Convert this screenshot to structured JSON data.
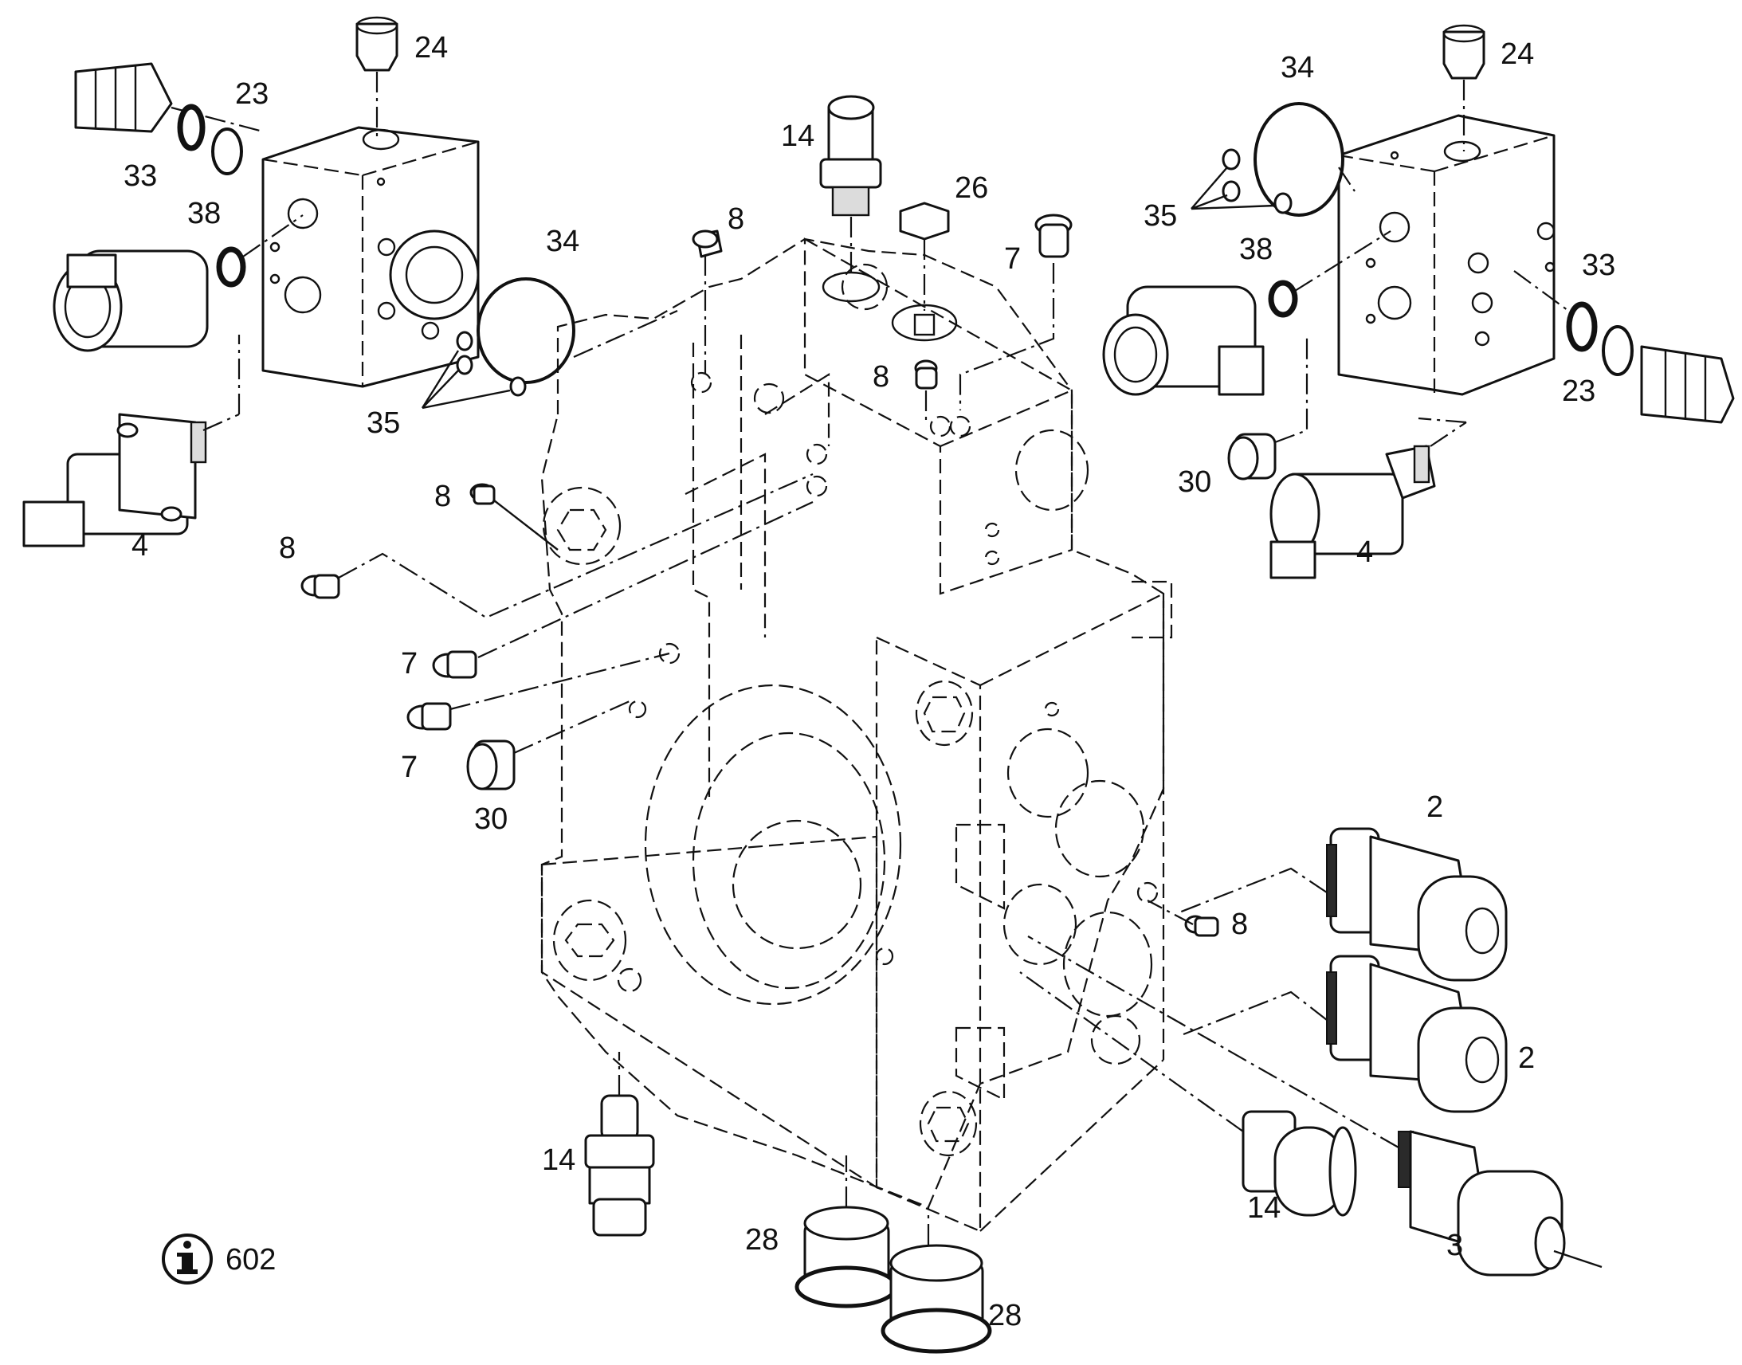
{
  "diagram": {
    "callouts": {
      "c24_left": "24",
      "c23_left": "23",
      "c33_left": "33",
      "c38_left": "38",
      "c34_left": "34",
      "c35_left": "35",
      "c4_left": "4",
      "c8_top": "8",
      "c14_top": "14",
      "c26": "26",
      "c7_top": "7",
      "c8_mid": "8",
      "c8_left_upper": "8",
      "c8_left_lower": "8",
      "c7_left_upper": "7",
      "c7_left_lower": "7",
      "c30_left": "30",
      "c34_right": "34",
      "c24_right": "24",
      "c35_right": "35",
      "c38_right": "38",
      "c33_right": "33",
      "c23_right": "23",
      "c30_right": "30",
      "c4_right": "4",
      "c2_upper": "2",
      "c2_lower": "2",
      "c8_right": "8",
      "c14_bottom_left": "14",
      "c14_bottom_right": "14",
      "c3": "3",
      "c28_left": "28",
      "c28_right": "28"
    },
    "info": {
      "icon": "info-circle-icon",
      "text": "602"
    }
  }
}
